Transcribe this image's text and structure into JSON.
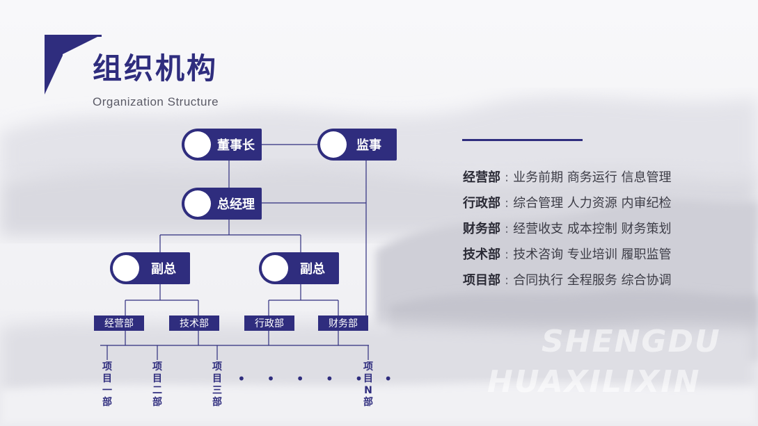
{
  "header": {
    "title": "组织机构",
    "subtitle": "Organization Structure"
  },
  "nodes": {
    "chairman": "董事长",
    "supervisor": "监事",
    "general_manager": "总经理",
    "vp_left": "副总",
    "vp_right": "副总"
  },
  "departments": [
    "经营部",
    "技术部",
    "行政部",
    "财务部"
  ],
  "projects": [
    [
      "项",
      "目",
      "一",
      "部"
    ],
    [
      "项",
      "目",
      "二",
      "部"
    ],
    [
      "项",
      "目",
      "三",
      "部"
    ],
    [
      "项",
      "目",
      "N",
      "部"
    ]
  ],
  "ellipsis": "• • • • • •",
  "descriptions": [
    {
      "name": "经营部",
      "separator": ":",
      "text": "业务前期 商务运行 信息管理"
    },
    {
      "name": "行政部",
      "separator": ":",
      "text": "综合管理 人力资源 内审纪检"
    },
    {
      "name": "财务部",
      "separator": ":",
      "text": "经营收支 成本控制 财务策划"
    },
    {
      "name": "技术部",
      "separator": ":",
      "text": "技术咨询 专业培训 履职监管"
    },
    {
      "name": "项目部",
      "separator": ":",
      "text": "合同执行 全程服务 综合协调"
    }
  ],
  "watermark": {
    "line1": "SHENGDU",
    "line2": "HUAXILIXIN"
  },
  "colors": {
    "accent": "#2f2d7e",
    "background": "#f3f3f6",
    "text_dark": "#2a2a35"
  }
}
